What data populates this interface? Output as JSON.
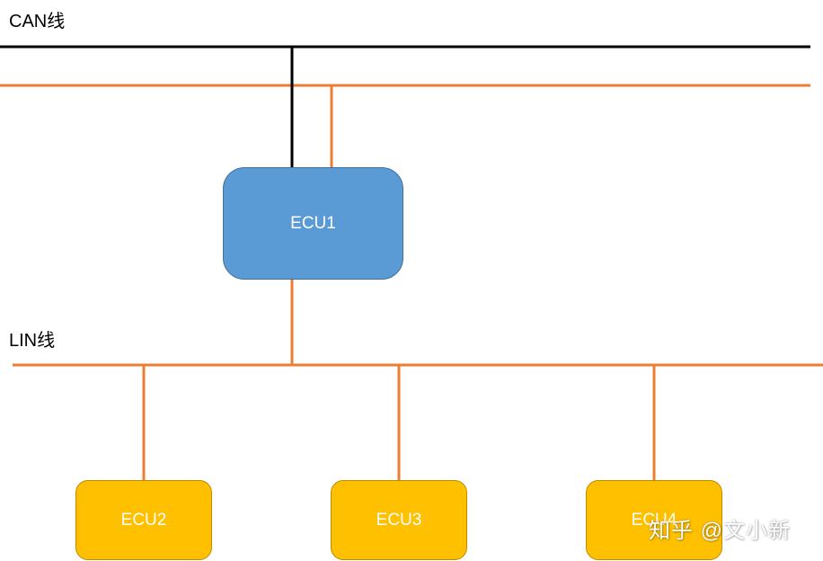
{
  "labels": {
    "can": "CAN线",
    "lin": "LIN线"
  },
  "nodes": {
    "ecu1": "ECU1",
    "ecu2": "ECU2",
    "ecu3": "ECU3",
    "ecu4": "ECU4"
  },
  "watermark": "知乎 @文小新",
  "colors": {
    "can_line": "#000000",
    "lin_line": "#ed7d31",
    "master_node": "#5b9bd5",
    "slave_node": "#ffc000"
  }
}
